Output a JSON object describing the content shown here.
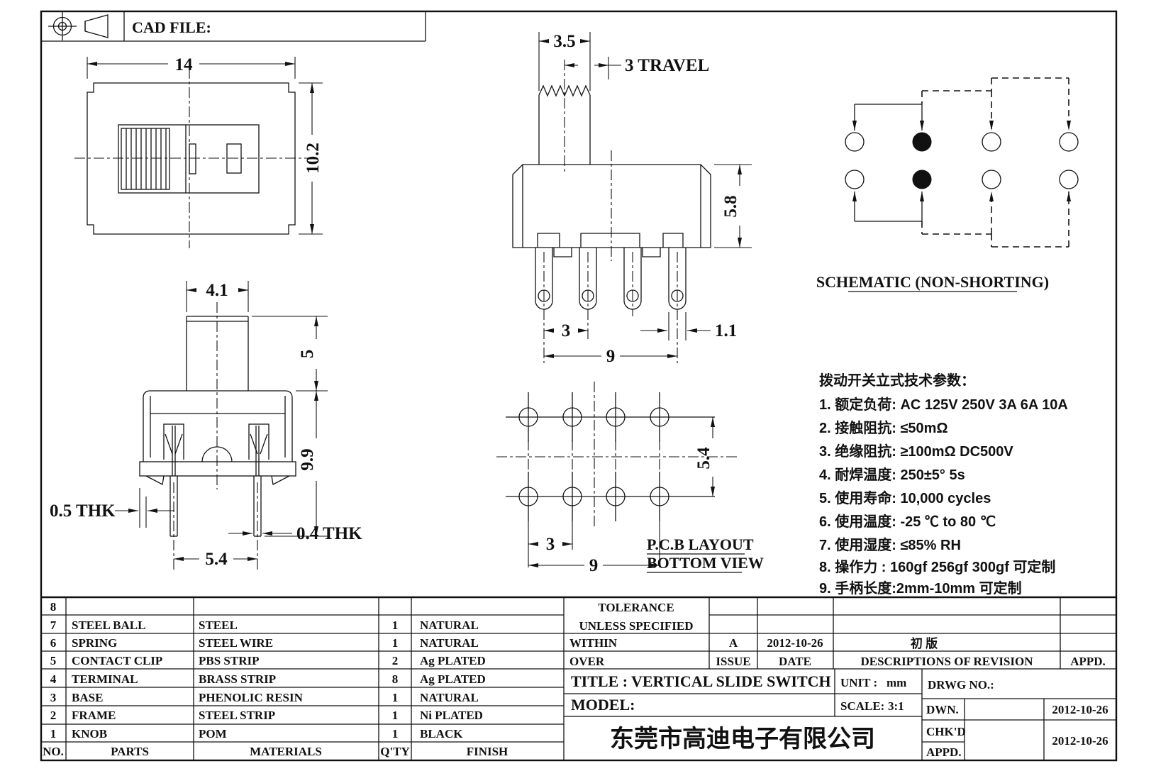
{
  "frame": {
    "cad_file_label": "CAD FILE:"
  },
  "top_view": {
    "dim_width": "14",
    "dim_height": "10.2"
  },
  "front_view": {
    "dim_stem": "3.5",
    "dim_travel": "3 TRAVEL",
    "dim_body_h": "5.8",
    "dim_pitch": "3",
    "dim_pin_w": "1.1",
    "dim_span": "9"
  },
  "side_view": {
    "dim_stem_w": "4.1",
    "dim_stem_h": "5",
    "dim_height": "9.9",
    "dim_frame_thk": "0.5 THK",
    "dim_pin_thk": "0.4 THK",
    "dim_pitch": "5.4"
  },
  "schematic": {
    "caption": "SCHEMATIC (NON-SHORTING)"
  },
  "pcb": {
    "dim_row": "5.4",
    "dim_pitch": "3",
    "dim_span": "9",
    "caption1": "P.C.B LAYOUT",
    "caption2": "BOTTOM VIEW"
  },
  "specs": {
    "title": "拨动开关立式技术参数：",
    "items": [
      "1. 额定负荷: AC 125V 250V   3A   6A   10A",
      "2. 接触阻抗: ≤50mΩ",
      "3. 绝缘阻抗: ≥100mΩ  DC500V",
      "4. 耐焊温度: 250±5°  5s",
      "5. 使用寿命: 10,000 cycles",
      "6. 使用温度: -25 ℃ to 80 ℃",
      "7. 使用湿度: ≤85% RH",
      "8. 操作力 : 160gf  256gf  300gf 可定制",
      "9. 手柄长度:2mm-10mm 可定制"
    ]
  },
  "parts_table": {
    "header": {
      "no": "NO.",
      "parts": "PARTS",
      "materials": "MATERIALS",
      "qty": "Q'TY",
      "finish": "FINISH"
    },
    "rows": [
      {
        "no": "8",
        "part": "",
        "material": "",
        "qty": "",
        "finish": ""
      },
      {
        "no": "7",
        "part": "STEEL BALL",
        "material": "STEEL",
        "qty": "1",
        "finish": "NATURAL"
      },
      {
        "no": "6",
        "part": "SPRING",
        "material": "STEEL WIRE",
        "qty": "1",
        "finish": "NATURAL"
      },
      {
        "no": "5",
        "part": "CONTACT CLIP",
        "material": "PBS STRIP",
        "qty": "2",
        "finish": "Ag PLATED"
      },
      {
        "no": "4",
        "part": "TERMINAL",
        "material": "BRASS STRIP",
        "qty": "8",
        "finish": "Ag PLATED"
      },
      {
        "no": "3",
        "part": "BASE",
        "material": "PHENOLIC RESIN",
        "qty": "1",
        "finish": "NATURAL"
      },
      {
        "no": "2",
        "part": "FRAME",
        "material": "STEEL STRIP",
        "qty": "1",
        "finish": "Ni PLATED"
      },
      {
        "no": "1",
        "part": "KNOB",
        "material": "POM",
        "qty": "1",
        "finish": "BLACK"
      }
    ]
  },
  "title_block": {
    "tolerance_line1": "TOLERANCE",
    "tolerance_line2": "UNLESS  SPECIFIED",
    "within": "WITHIN",
    "over": "OVER",
    "rev_issue": "A",
    "rev_date": "2012-10-26",
    "rev_desc": "初  版",
    "issue_label": "ISSUE",
    "date_label": "DATE",
    "desc_label": "DESCRIPTIONS OF REVISION",
    "appd_label": "APPD.",
    "title_label": "TITLE :",
    "title_value": "VERTICAL SLIDE SWITCH",
    "unit_label": "UNIT :",
    "unit_value": "mm",
    "drwg_label": "DRWG NO.:",
    "model_label": "MODEL:",
    "scale_label": "SCALE:",
    "scale_value": "3:1",
    "company": "东莞市高迪电子有限公司",
    "dwn_label": "DWN.",
    "chkd_label": "CHK'D",
    "appd_row_label": "APPD.",
    "dwn_date": "2012-10-26",
    "chkd_date": "2012-10-26"
  }
}
